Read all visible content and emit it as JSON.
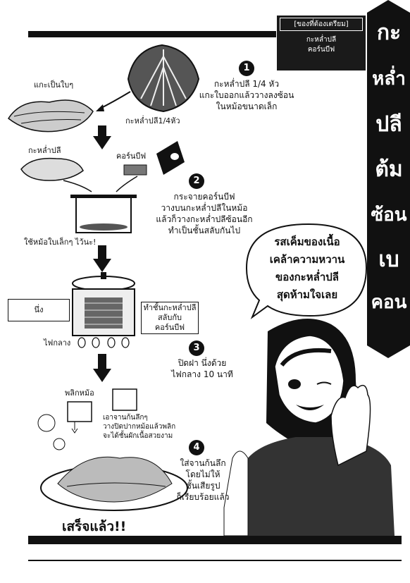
{
  "ingredients": {
    "header": "[ของที่ต้องเตรียม]",
    "items": [
      "กะหล่ำปลี",
      "คอร์นบีฟ"
    ]
  },
  "side_title": [
    "กะ",
    "หล่ำ",
    "ปลี",
    "ต้ม",
    "ซ้อน",
    "เบ",
    "คอน"
  ],
  "steps": [
    {
      "number": "1",
      "lines": [
        "กะหล่ำปลี 1/4 หัว",
        "แกะใบออกแล้ววางลงซ้อน",
        "ในหม้อขนาดเล็ก"
      ]
    },
    {
      "number": "2",
      "lines": [
        "กระจายคอร์นบีฟ",
        "วางบนกะหล่ำปลีในหม้อ",
        "แล้วก็วางกะหล่ำปลีซ้อนอีก",
        "ทำเป็นชั้นสลับกันไป"
      ]
    },
    {
      "number": "3",
      "lines": [
        "ปิดฝา นึ่งด้วย",
        "ไฟกลาง 10 นาที"
      ]
    },
    {
      "number": "4",
      "lines": [
        "ใส่จานก้นลึก",
        "โดยไม่ให้",
        "ชั้นเสียรูป",
        "ก็เรียบร้อยแล้ว"
      ]
    }
  ],
  "captions": {
    "peel_leaves": "แกะเป็นใบๆ",
    "quarter_cabbage": "กะหล่ำปลี1/4หัว",
    "cabbage": "กะหล่ำปลี",
    "corned_beef": "คอร์นบีฟ",
    "small_pot": "ใช้หม้อใบเล็กๆ ไว้นะ!",
    "steam": "นึ่ง",
    "layers": [
      "ทำชั้นกะหล่ำปลี",
      "สลับกับ",
      "คอร์นบีฟ"
    ],
    "medium_heat": "ไฟกลาง",
    "flip_pot": "พลิกหม้อ",
    "plate_note": [
      "เอาจานก้นลึกๆ",
      "วางปิดปากหม้อแล้วพลิก",
      "จะได้ชั้นผักเนื้อสวยงาม"
    ],
    "done": "เสร็จแล้ว!!"
  },
  "speech_bubble": [
    "รสเค็มของเนื้อ",
    "เคล้าความหวาน",
    "ของกะหล่ำปลี",
    "สุดห้ามใจเลย"
  ]
}
